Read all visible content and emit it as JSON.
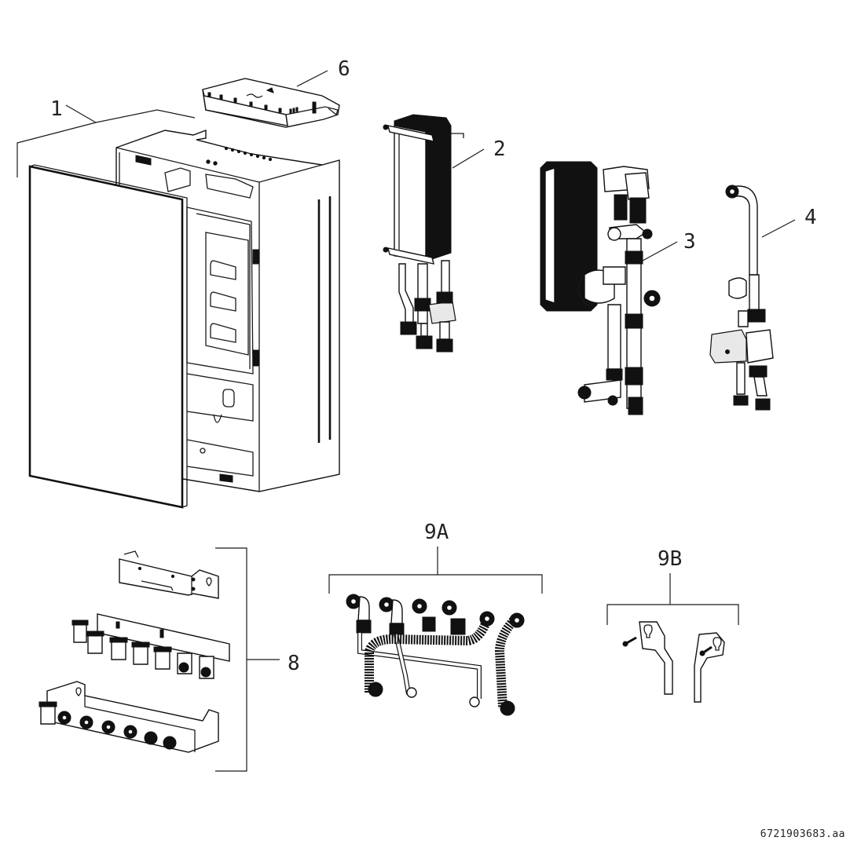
{
  "diagram": {
    "type": "exploded-parts-view",
    "document_number": "6721903683.aa",
    "colors": {
      "line": "#1a1a1a",
      "background": "#ffffff"
    },
    "callouts": [
      {
        "id": "1",
        "label": "1",
        "part": "casing-with-front-panel"
      },
      {
        "id": "2",
        "label": "2",
        "part": "plate-heat-exchanger-with-pipes"
      },
      {
        "id": "3",
        "label": "3",
        "part": "hydraulic-valve-block-assembly"
      },
      {
        "id": "4",
        "label": "4",
        "part": "circulation-pump-with-pipe"
      },
      {
        "id": "6",
        "label": "6",
        "part": "control-box"
      },
      {
        "id": "8",
        "label": "8",
        "part": "connection-brackets-with-valves"
      },
      {
        "id": "9A",
        "label": "9A",
        "part": "flexible-hose-and-pipe-set"
      },
      {
        "id": "9B",
        "label": "9B",
        "part": "wall-brackets-with-screws"
      }
    ]
  }
}
